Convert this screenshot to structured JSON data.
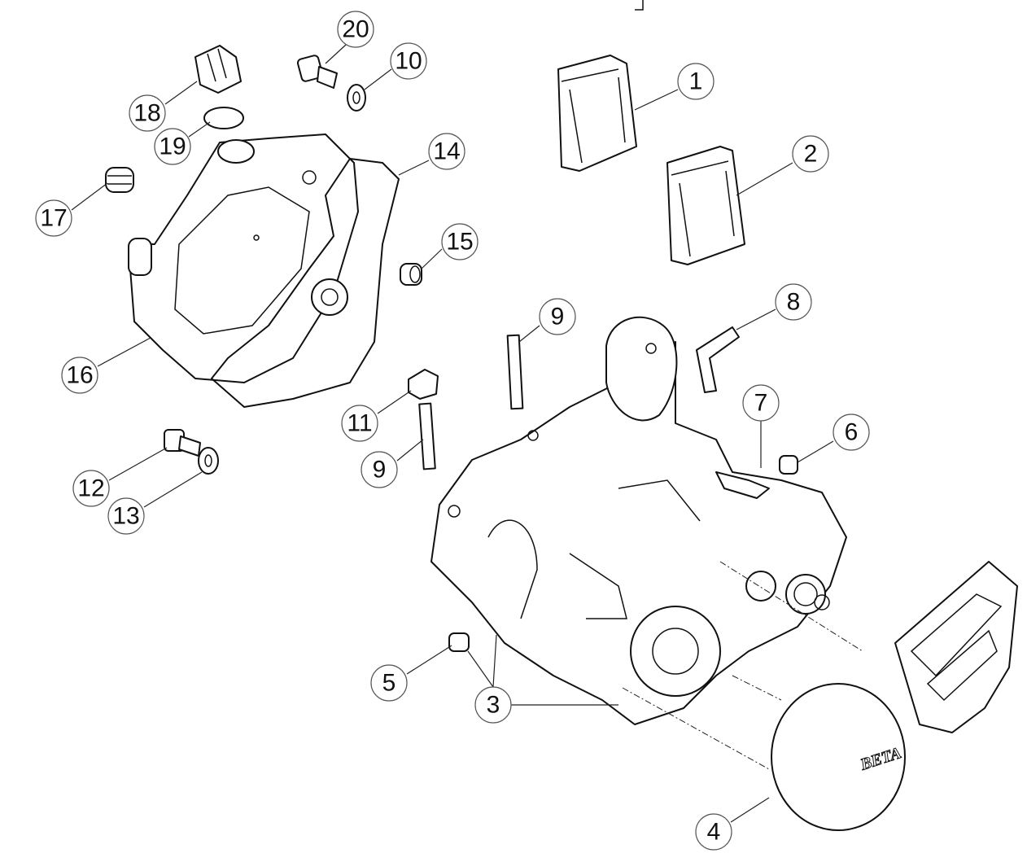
{
  "diagram": {
    "type": "exploded-parts-diagram",
    "logo_text": "BETA",
    "callouts": [
      {
        "id": "c20",
        "label": "20"
      },
      {
        "id": "c10",
        "label": "10"
      },
      {
        "id": "c1",
        "label": "1"
      },
      {
        "id": "c18",
        "label": "18"
      },
      {
        "id": "c19",
        "label": "19"
      },
      {
        "id": "c14",
        "label": "14"
      },
      {
        "id": "c2",
        "label": "2"
      },
      {
        "id": "c17",
        "label": "17"
      },
      {
        "id": "c15",
        "label": "15"
      },
      {
        "id": "c8",
        "label": "8"
      },
      {
        "id": "c9a",
        "label": "9"
      },
      {
        "id": "c16",
        "label": "16"
      },
      {
        "id": "c7",
        "label": "7"
      },
      {
        "id": "c6",
        "label": "6"
      },
      {
        "id": "c11",
        "label": "11"
      },
      {
        "id": "c9b",
        "label": "9"
      },
      {
        "id": "c12",
        "label": "12"
      },
      {
        "id": "c13",
        "label": "13"
      },
      {
        "id": "c5",
        "label": "5"
      },
      {
        "id": "c3",
        "label": "3"
      },
      {
        "id": "c4",
        "label": "4"
      }
    ]
  }
}
